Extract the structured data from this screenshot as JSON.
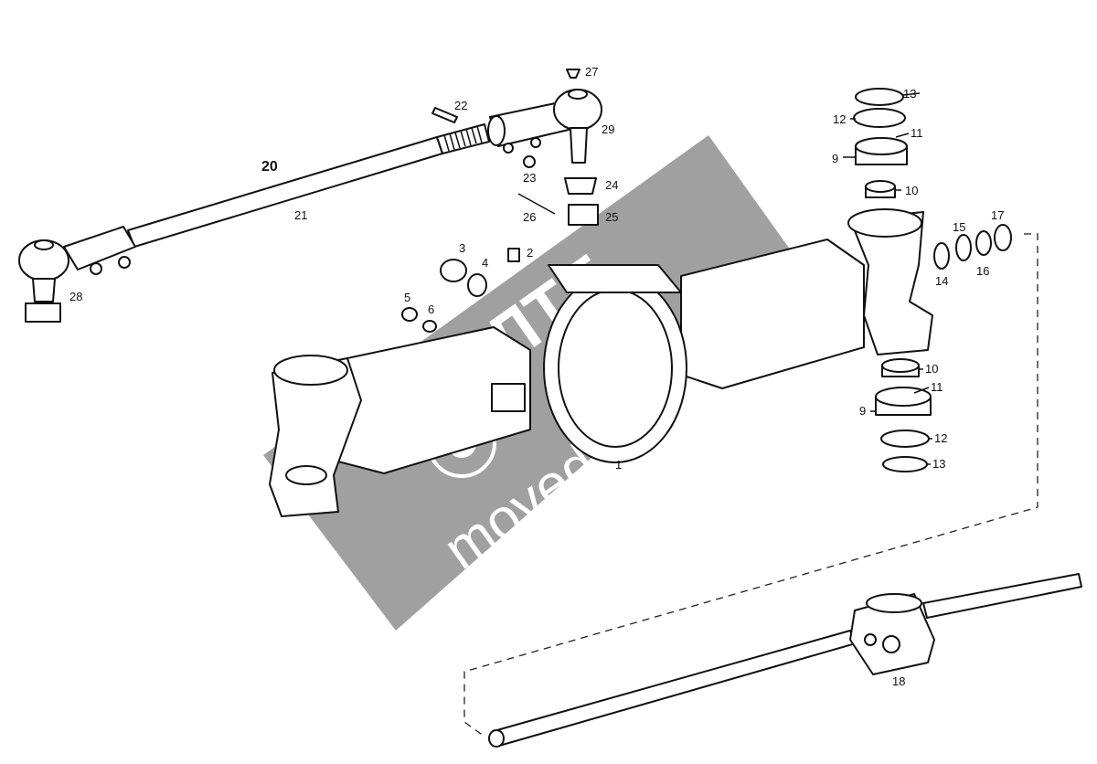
{
  "watermark": {
    "brand": "ВЕЛТЕ",
    "site": "movedev.ru",
    "color": "#8f8f8f"
  },
  "callouts": [
    {
      "id": "1",
      "text": "1"
    },
    {
      "id": "2",
      "text": "2"
    },
    {
      "id": "3",
      "text": "3"
    },
    {
      "id": "4",
      "text": "4"
    },
    {
      "id": "5",
      "text": "5"
    },
    {
      "id": "6",
      "text": "6"
    },
    {
      "id": "9a",
      "text": "9"
    },
    {
      "id": "9b",
      "text": "9"
    },
    {
      "id": "10a",
      "text": "10"
    },
    {
      "id": "10b",
      "text": "10"
    },
    {
      "id": "11a",
      "text": "11"
    },
    {
      "id": "11b",
      "text": "11"
    },
    {
      "id": "12a",
      "text": "12"
    },
    {
      "id": "12b",
      "text": "12"
    },
    {
      "id": "13a",
      "text": "13"
    },
    {
      "id": "13b",
      "text": "13"
    },
    {
      "id": "14",
      "text": "14"
    },
    {
      "id": "15",
      "text": "15"
    },
    {
      "id": "16",
      "text": "16"
    },
    {
      "id": "17",
      "text": "17"
    },
    {
      "id": "18",
      "text": "18"
    },
    {
      "id": "20",
      "text": "20"
    },
    {
      "id": "21",
      "text": "21"
    },
    {
      "id": "22",
      "text": "22"
    },
    {
      "id": "23",
      "text": "23"
    },
    {
      "id": "24",
      "text": "24"
    },
    {
      "id": "25",
      "text": "25"
    },
    {
      "id": "26",
      "text": "26"
    },
    {
      "id": "27",
      "text": "27"
    },
    {
      "id": "28",
      "text": "28"
    },
    {
      "id": "29",
      "text": "29"
    }
  ]
}
